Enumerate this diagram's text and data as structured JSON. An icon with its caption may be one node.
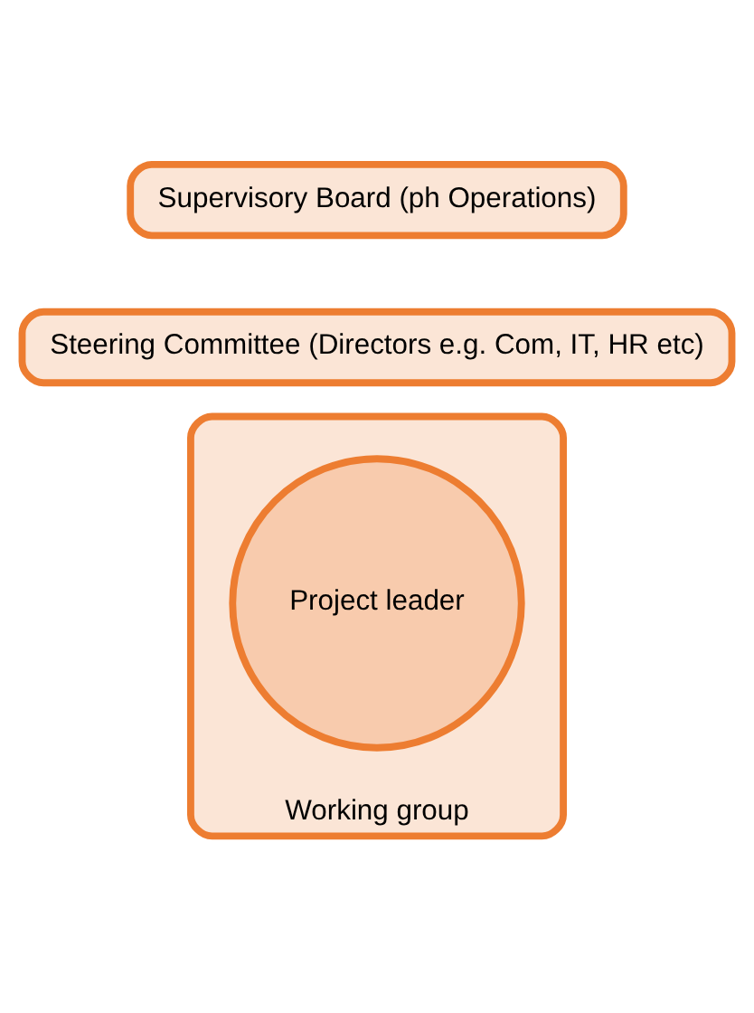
{
  "diagram": {
    "nodes": [
      {
        "text": [
          "Supervisory Board (ph Operations)"
        ]
      },
      {
        "text": [
          "Steering Committee (Directors e.g. Com, IT, HR etc)"
        ]
      },
      {
        "text": [
          "Working group"
        ]
      },
      {
        "text": [
          "Project leader"
        ],
        "in": 2
      }
    ]
  }
}
